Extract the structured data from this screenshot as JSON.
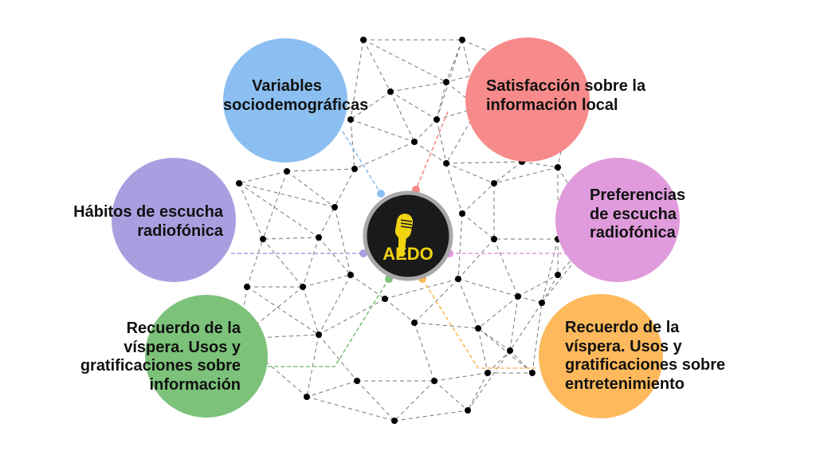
{
  "center": {
    "logo_text": "AEDO",
    "icon": "microphone-icon"
  },
  "nodes": [
    {
      "id": "sociodemographic",
      "lines": [
        "Variables",
        "sociodemográficas"
      ],
      "color": "#8bbff2"
    },
    {
      "id": "satisfaction",
      "lines": [
        "Satisfacción sobre la",
        "información local"
      ],
      "color": "#f78a8a"
    },
    {
      "id": "habits",
      "lines": [
        "Hábitos de escucha",
        "radiofónica"
      ],
      "color": "#a89fe0"
    },
    {
      "id": "preferences",
      "lines": [
        "Preferencias",
        "de escucha",
        "radiofónica"
      ],
      "color": "#e09bdc"
    },
    {
      "id": "recall-info",
      "lines": [
        "Recuerdo de la",
        "víspera. Usos y",
        "gratificaciones sobre",
        "información"
      ],
      "color": "#7cc27a"
    },
    {
      "id": "recall-entertainment",
      "lines": [
        "Recuerdo de la",
        "víspera. Usos y",
        "gratificaciones sobre",
        "entretenimiento"
      ],
      "color": "#fdb95c"
    }
  ]
}
